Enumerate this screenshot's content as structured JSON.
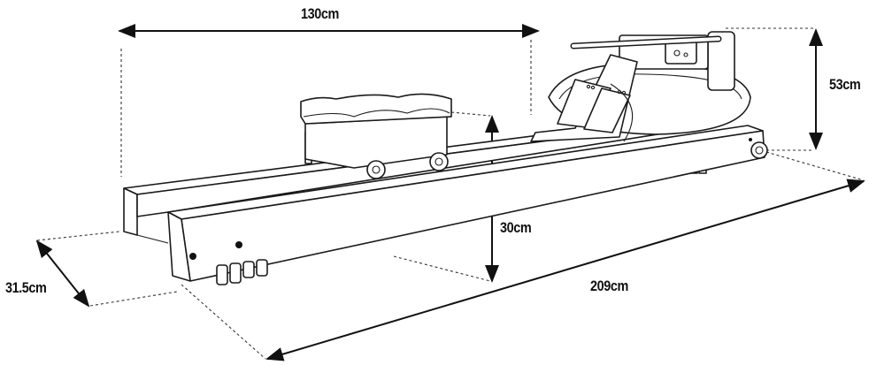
{
  "dimensions": {
    "seat_travel": "130cm",
    "height": "53cm",
    "rail_height": "30cm",
    "width": "31.5cm",
    "length": "209cm"
  }
}
